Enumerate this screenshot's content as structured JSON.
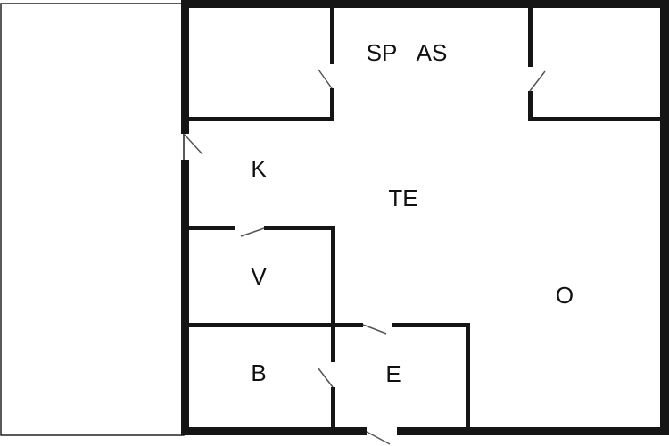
{
  "floor_plan": {
    "rooms": {
      "top_center_a": "SP",
      "top_center_b": "AS",
      "kitchen": "K",
      "living": "TE",
      "v_room": "V",
      "o_room": "O",
      "bath": "B",
      "entry": "E"
    },
    "colors": {
      "wall": "#151515",
      "background": "#ffffff"
    }
  }
}
